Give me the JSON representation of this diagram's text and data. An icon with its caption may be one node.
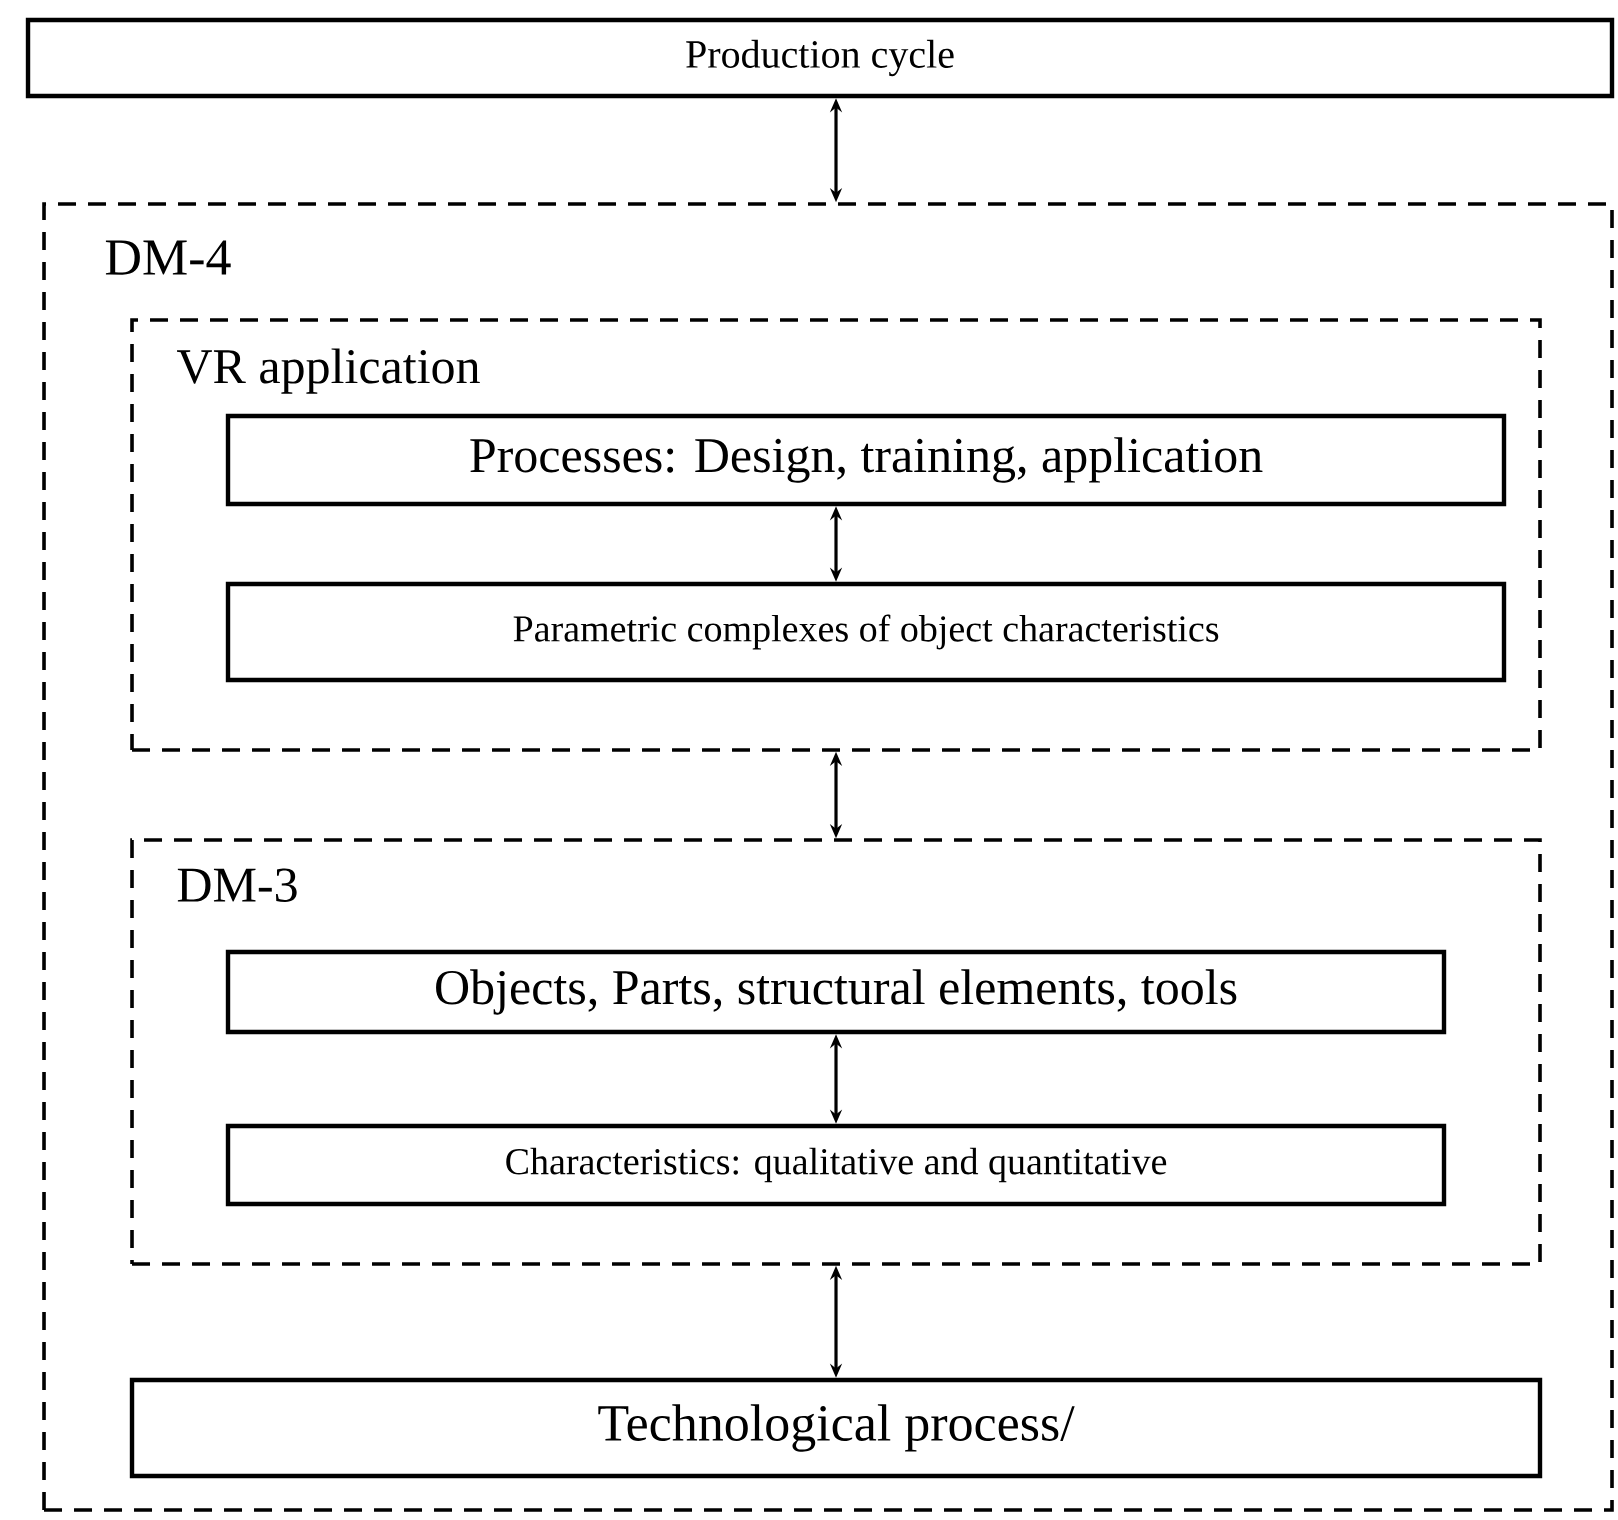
{
  "diagram": {
    "nodes": [
      {
        "text": [
          "Production cycle"
        ]
      },
      {
        "text": [
          "DM-4"
        ]
      },
      {
        "text": [
          "VR application"
        ],
        "in": 1
      },
      {
        "text": [
          "Processes: Design, training, application"
        ],
        "in": 2
      },
      {
        "text": [
          "Parametric complexes of object characteristics"
        ],
        "in": 2
      },
      {
        "text": [
          "DM-3"
        ],
        "in": 1
      },
      {
        "text": [
          "Objects, Parts, structural elements, tools"
        ],
        "in": 5
      },
      {
        "text": [
          "Characteristics: qualitative and quantitative"
        ],
        "in": 5
      },
      {
        "text": [
          "Technological process/"
        ],
        "in": 1
      }
    ],
    "edges": [
      {
        "from": 0,
        "to": 1,
        "arrow": "both"
      },
      {
        "from": 3,
        "to": 4,
        "arrow": "both"
      },
      {
        "from": 2,
        "to": 5,
        "arrow": "both"
      },
      {
        "from": 6,
        "to": 7,
        "arrow": "both"
      },
      {
        "from": 5,
        "to": 8,
        "arrow": "both"
      }
    ]
  }
}
